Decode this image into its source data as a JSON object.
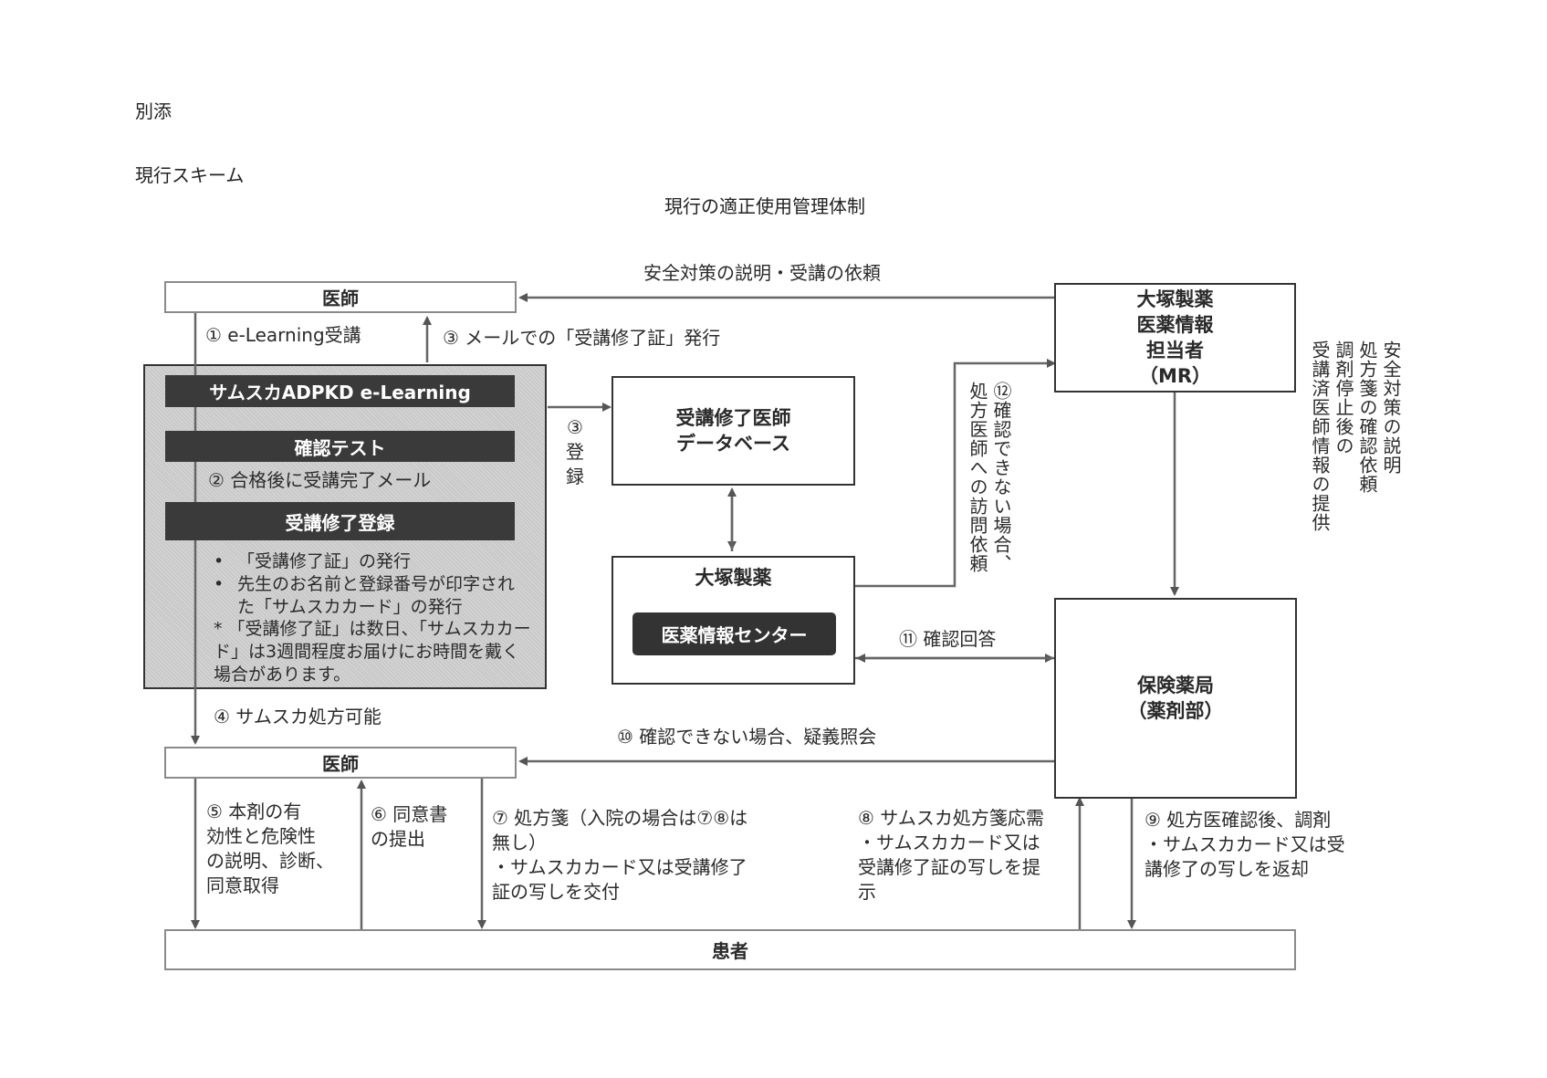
{
  "document": {
    "attachment_label": "別添",
    "section_label": "現行スキーム",
    "diagram_title": "現行の適正使用管理体制"
  },
  "nodes": {
    "doctor_top": "医師",
    "doctor_bottom": "医師",
    "patient": "患者",
    "otsuka_mr": "大塚製薬\n医薬情報\n担当者\n（MR）",
    "certified_db": "受講修了医師\nデータベース",
    "otsuka_center_title": "大塚製薬",
    "otsuka_center_sub": "医薬情報センター",
    "pharmacy": "保険薬局\n（薬剤部）"
  },
  "elearning": {
    "bar1": "サムスカADPKD e-Learning",
    "bar2": "確認テスト",
    "step2": "② 合格後に受講完了メール",
    "bar3": "受講修了登録",
    "bullets": [
      "「受講修了証」の発行",
      "先生のお名前と登録番号が印字された「サムスカカード」の発行"
    ],
    "note": "* 「受講修了証」は数日、「サムスカカード」は3週間程度お届けにお時間を戴く場合があります。"
  },
  "labels": {
    "safety_request": "安全対策の説明・受講の依頼",
    "step1": "① e-Learning受講",
    "step3_mail": "③ メールでの「受講修了証」発行",
    "step3_register": "③\n登\n録",
    "step12": "⑫確認できない場合、処方医師への訪問依頼",
    "mr_side": "安全対策の説明\n処方箋の確認依頼\n調剤停止後の\n受講済医師情報の提供",
    "step11": "⑪ 確認回答",
    "step4": "④ サムスカ処方可能",
    "step10": "⑩ 確認できない場合、疑義照会",
    "step5": "⑤ 本剤の有\n効性と危険性\nの説明、診断、\n同意取得",
    "step6": "⑥ 同意書\nの提出",
    "step7": "⑦ 処方箋（入院の場合は⑦⑧は\n無し）\n・サムスカカード又は受講修了\n証の写しを交付",
    "step8": "⑧ サムスカ処方箋応需\n・サムスカカード又は\n受講修了証の写しを提\n示",
    "step9": "⑨ 処方医確認後、調剤\n・サムスカカード又は受\n講修了の写しを返却"
  }
}
